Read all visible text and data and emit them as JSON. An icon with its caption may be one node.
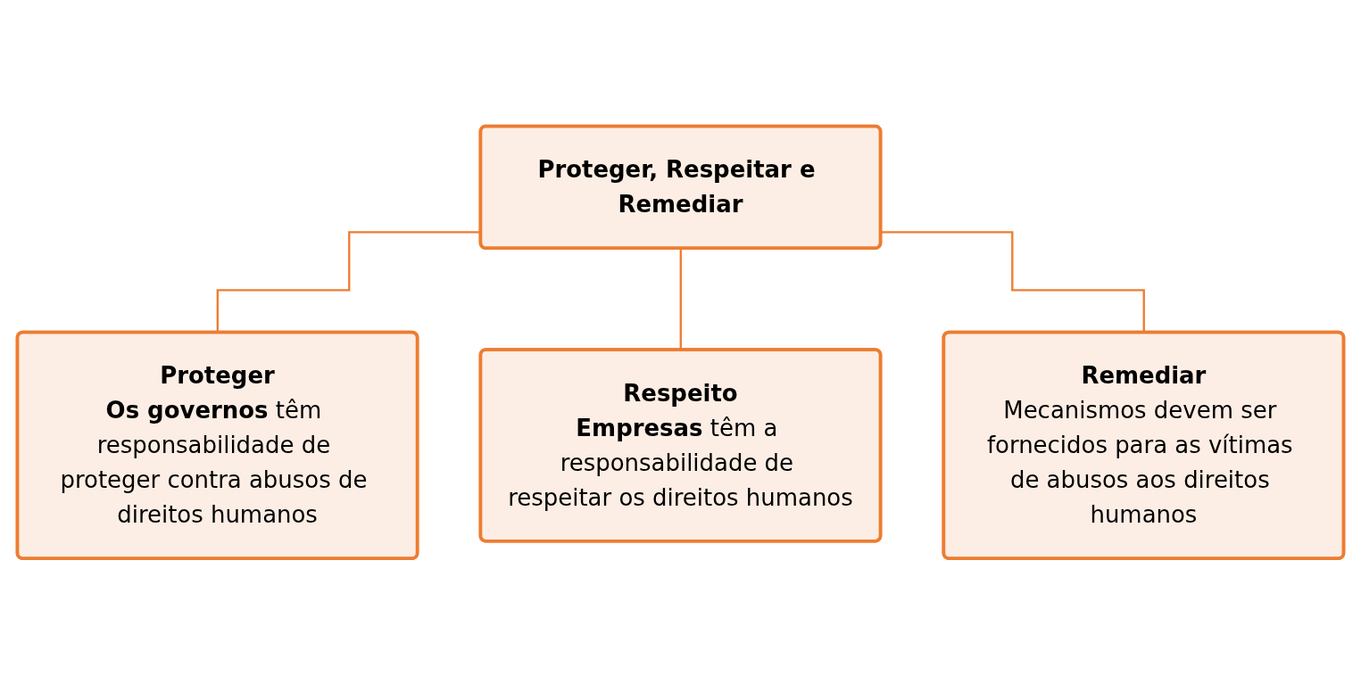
{
  "diagram": {
    "nodes": [
      {
        "text": [
          "Proteger, Respeitar e Remediar"
        ]
      },
      {
        "text": [
          "Proteger",
          "**Os governos** têm responsabilidade de proteger contra abusos de direitos humanos"
        ]
      },
      {
        "text": [
          "Respeito",
          "**Empresas** têm a responsabilidade de respeitar os direitos humanos"
        ]
      },
      {
        "text": [
          "Remediar",
          "Mecanismos devem ser fornecidos para as vítimas de abusos aos direitos humanos"
        ]
      }
    ],
    "edges": [
      {
        "from": 0,
        "to": 1,
        "arrow": "none"
      },
      {
        "from": 0,
        "to": 2,
        "arrow": "none"
      },
      {
        "from": 0,
        "to": 3,
        "arrow": "none"
      }
    ]
  }
}
